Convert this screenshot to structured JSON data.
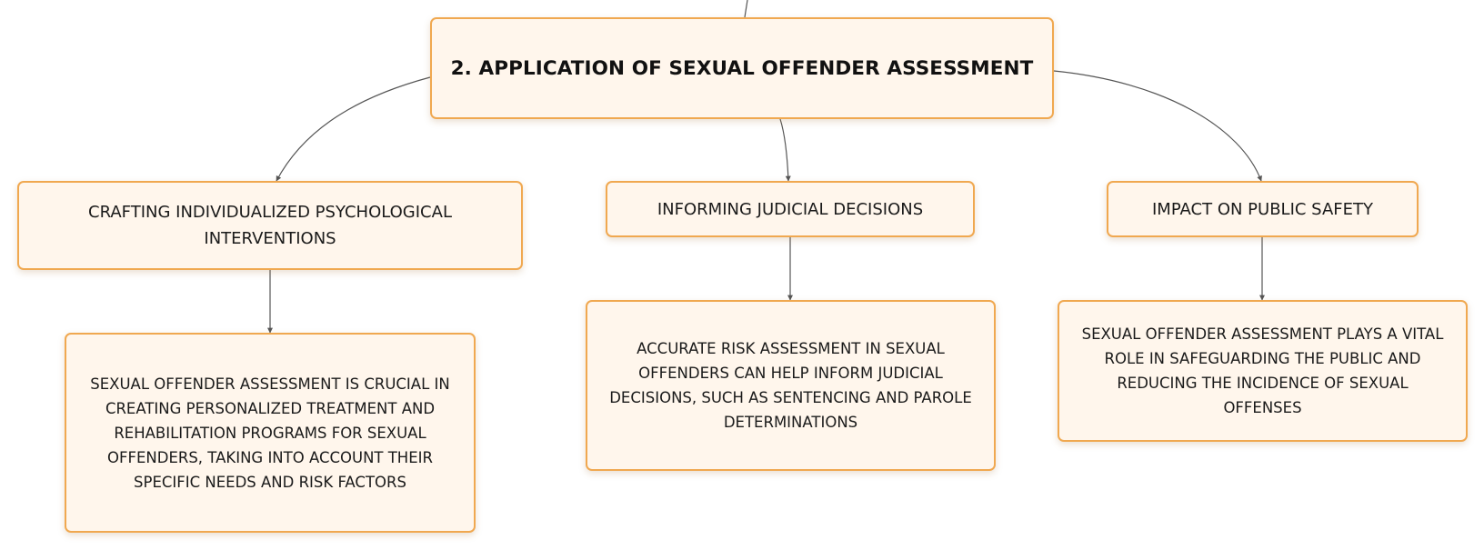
{
  "diagram": {
    "root": {
      "label": "2. APPLICATION OF SEXUAL OFFENDER ASSESSMENT"
    },
    "branches": [
      {
        "label": "CRAFTING INDIVIDUALIZED PSYCHOLOGICAL INTERVENTIONS",
        "detail": "SEXUAL OFFENDER ASSESSMENT IS CRUCIAL IN CREATING PERSONALIZED TREATMENT AND REHABILITATION PROGRAMS FOR SEXUAL OFFENDERS, TAKING INTO ACCOUNT THEIR SPECIFIC NEEDS AND RISK FACTORS"
      },
      {
        "label": "INFORMING JUDICIAL DECISIONS",
        "detail": "ACCURATE RISK ASSESSMENT IN SEXUAL OFFENDERS CAN HELP INFORM JUDICIAL DECISIONS, SUCH AS SENTENCING AND PAROLE DETERMINATIONS"
      },
      {
        "label": "IMPACT ON PUBLIC SAFETY",
        "detail": "SEXUAL OFFENDER ASSESSMENT PLAYS A VITAL ROLE IN SAFEGUARDING THE PUBLIC AND REDUCING THE INCIDENCE OF SEXUAL OFFENSES"
      }
    ]
  },
  "colors": {
    "node_border": "#f0a850",
    "node_fill": "#fff6ec",
    "connector": "#555555",
    "text": "#1a1a1a"
  }
}
